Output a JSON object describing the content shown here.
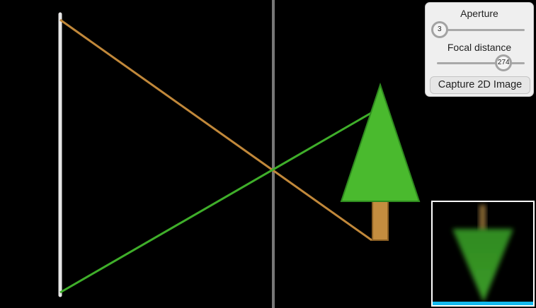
{
  "controls": {
    "aperture": {
      "label": "Aperture",
      "value": "3",
      "fraction": 0.03
    },
    "focal_distance": {
      "label": "Focal distance",
      "value": "274",
      "fraction": 0.76
    },
    "capture_button": {
      "label": "Capture 2D Image"
    }
  },
  "colors": {
    "background": "#000000",
    "sensor": "#e6e6e6",
    "lens": "#777777",
    "ray_top": "#c1883a",
    "ray_bottom": "#3fae2a",
    "tree_foliage": "#4aba2e",
    "tree_outline": "#2f8a1f",
    "tree_trunk": "#c48d3f",
    "trunk_outline": "#8a5f24",
    "preview_bar": "#13b9ee"
  }
}
